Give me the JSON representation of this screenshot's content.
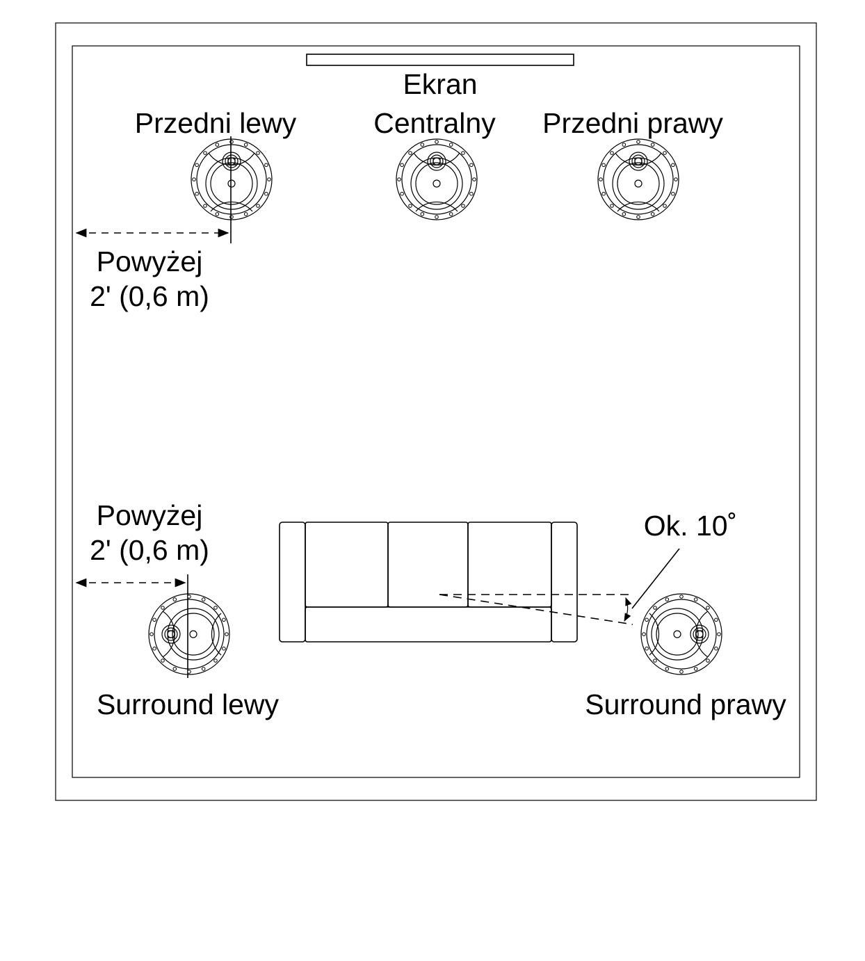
{
  "labels": {
    "screen_line1": "Ekran",
    "screen_line2": "Centralny",
    "front_left": "Przedni lewy",
    "front_right": "Przedni prawy",
    "surround_left": "Surround lewy",
    "surround_right": "Surround prawy",
    "front_distance_line1": "Powyżej",
    "front_distance_line2": "2' (0,6 m)",
    "surround_distance_line1": "Powyżej",
    "surround_distance_line2": "2' (0,6 m)",
    "angle": "Ok. 10˚"
  }
}
